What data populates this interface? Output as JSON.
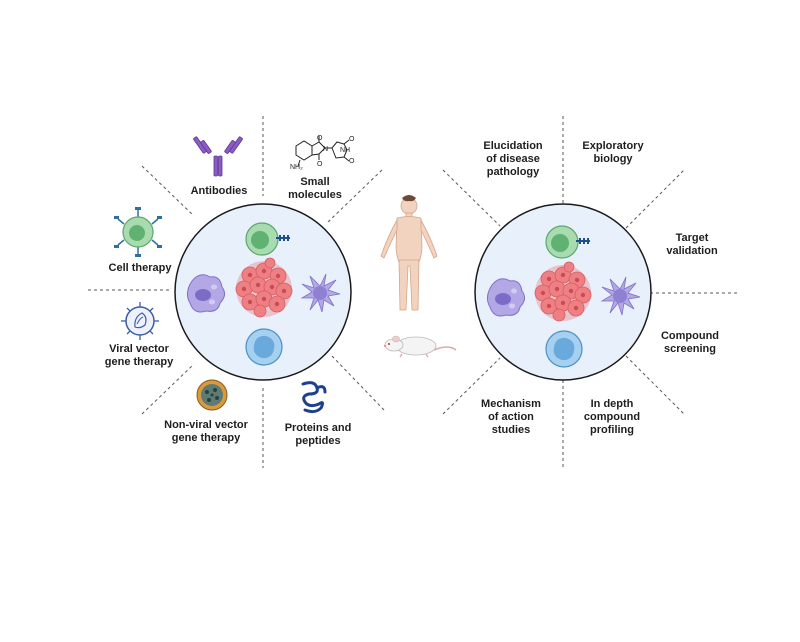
{
  "left_panel": {
    "labels": {
      "antibodies": "Antibodies",
      "small_molecules": "Small\nmolecules",
      "cell_therapy": "Cell therapy",
      "viral_vector": "Viral vector\ngene therapy",
      "non_viral_vector": "Non-viral vector\ngene therapy",
      "proteins_peptides": "Proteins and\npeptides"
    },
    "molecule_atoms": {
      "amine": "NH₂",
      "nitrogen": "N",
      "nh": "NH",
      "oxygen": "O"
    }
  },
  "right_panel": {
    "labels": {
      "elucidation": "Elucidation\nof disease\npathology",
      "exploratory": "Exploratory\nbiology",
      "target_validation": "Target\nvalidation",
      "compound_screening": "Compound\nscreening",
      "in_depth": "In depth\ncompound\nprofiling",
      "mechanism": "Mechanism\nof action\nstudies"
    }
  },
  "colors": {
    "circle_fill": "#e8f0fb",
    "circle_stroke": "#1a1a1a",
    "tumor": "#f08a8a",
    "macrophage": "#a89be0",
    "t_cell": "#8fd09a",
    "b_cell": "#8fc6ef",
    "antibody": "#7b4fb3",
    "protein": "#1f3f8f",
    "mouse": "#f4f4f4",
    "human": "#f2d3bf"
  }
}
